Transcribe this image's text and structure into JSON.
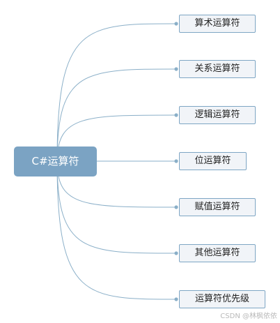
{
  "root": {
    "label": "C#运算符"
  },
  "branches": [
    {
      "label": "算术运算符"
    },
    {
      "label": "关系运算符"
    },
    {
      "label": "逻辑运算符"
    },
    {
      "label": "位运算符"
    },
    {
      "label": "赋值运算符"
    },
    {
      "label": "其他运算符"
    },
    {
      "label": "运算符优先级"
    }
  ],
  "watermark": "CSDN @林枫依依",
  "colors": {
    "root_fill": "#7ba3c3",
    "connector": "#8aafc8",
    "node_border": "#7ea6c4",
    "node_fill": "#f1f4f8"
  }
}
